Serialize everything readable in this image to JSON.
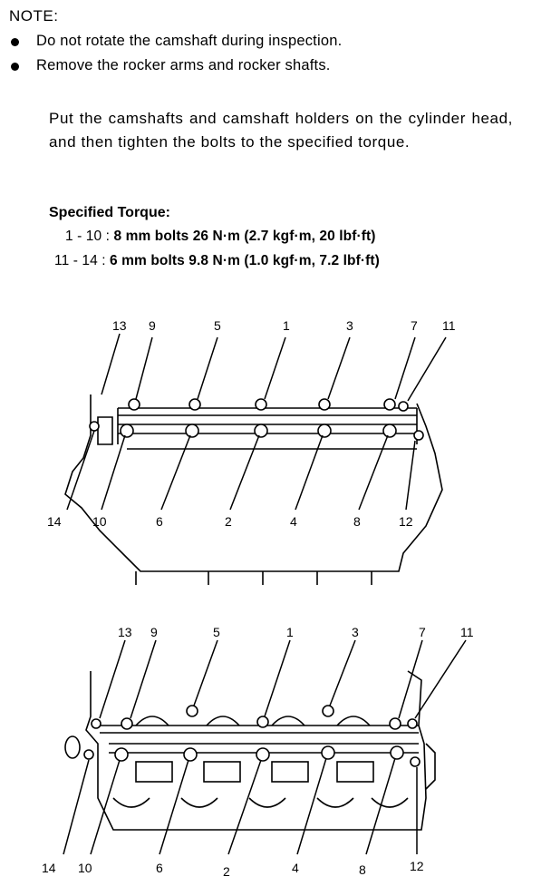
{
  "note": {
    "title": "NOTE:",
    "bullets": [
      "Do not rotate the camshaft during inspection.",
      "Remove the rocker arms and rocker shafts."
    ]
  },
  "instruction": "Put the camshafts and camshaft holders on the cylinder head, and then tighten the bolts to the specified torque.",
  "torque": {
    "title": "Specified Torque:",
    "lines": [
      {
        "range": "1 - 10 :",
        "spec": "8 mm bolts 26 N·m (2.7 kgf·m, 20 lbf·ft)"
      },
      {
        "range": "11 - 14 :",
        "spec": "6 mm bolts 9.8 N·m (1.0 kgf·m, 7.2 lbf·ft)"
      }
    ]
  },
  "diagram_top": {
    "labels_top": [
      "13",
      "9",
      "5",
      "1",
      "3",
      "7",
      "11"
    ],
    "labels_bottom": [
      "14",
      "10",
      "6",
      "2",
      "4",
      "8",
      "12"
    ]
  },
  "diagram_bottom": {
    "labels_top": [
      "13",
      "9",
      "5",
      "1",
      "3",
      "7",
      "11"
    ],
    "labels_bottom": [
      "14",
      "10",
      "6",
      "2",
      "4",
      "8",
      "12"
    ]
  }
}
